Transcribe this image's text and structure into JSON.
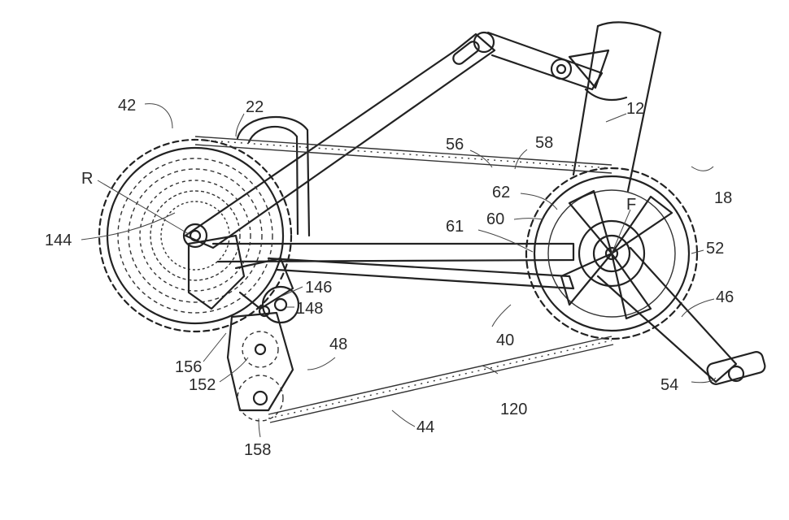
{
  "figure": {
    "labels": {
      "l42": "42",
      "l22": "22",
      "lR": "R",
      "l144": "144",
      "l56": "56",
      "l58": "58",
      "l12": "12",
      "l18": "18",
      "l62": "62",
      "l60": "60",
      "l61": "61",
      "lF": "F",
      "l52": "52",
      "l46": "46",
      "l146": "146",
      "l148": "148",
      "l48": "48",
      "l40": "40",
      "l156": "156",
      "l152": "152",
      "l120": "120",
      "l54": "54",
      "l44": "44",
      "l158": "158"
    }
  }
}
